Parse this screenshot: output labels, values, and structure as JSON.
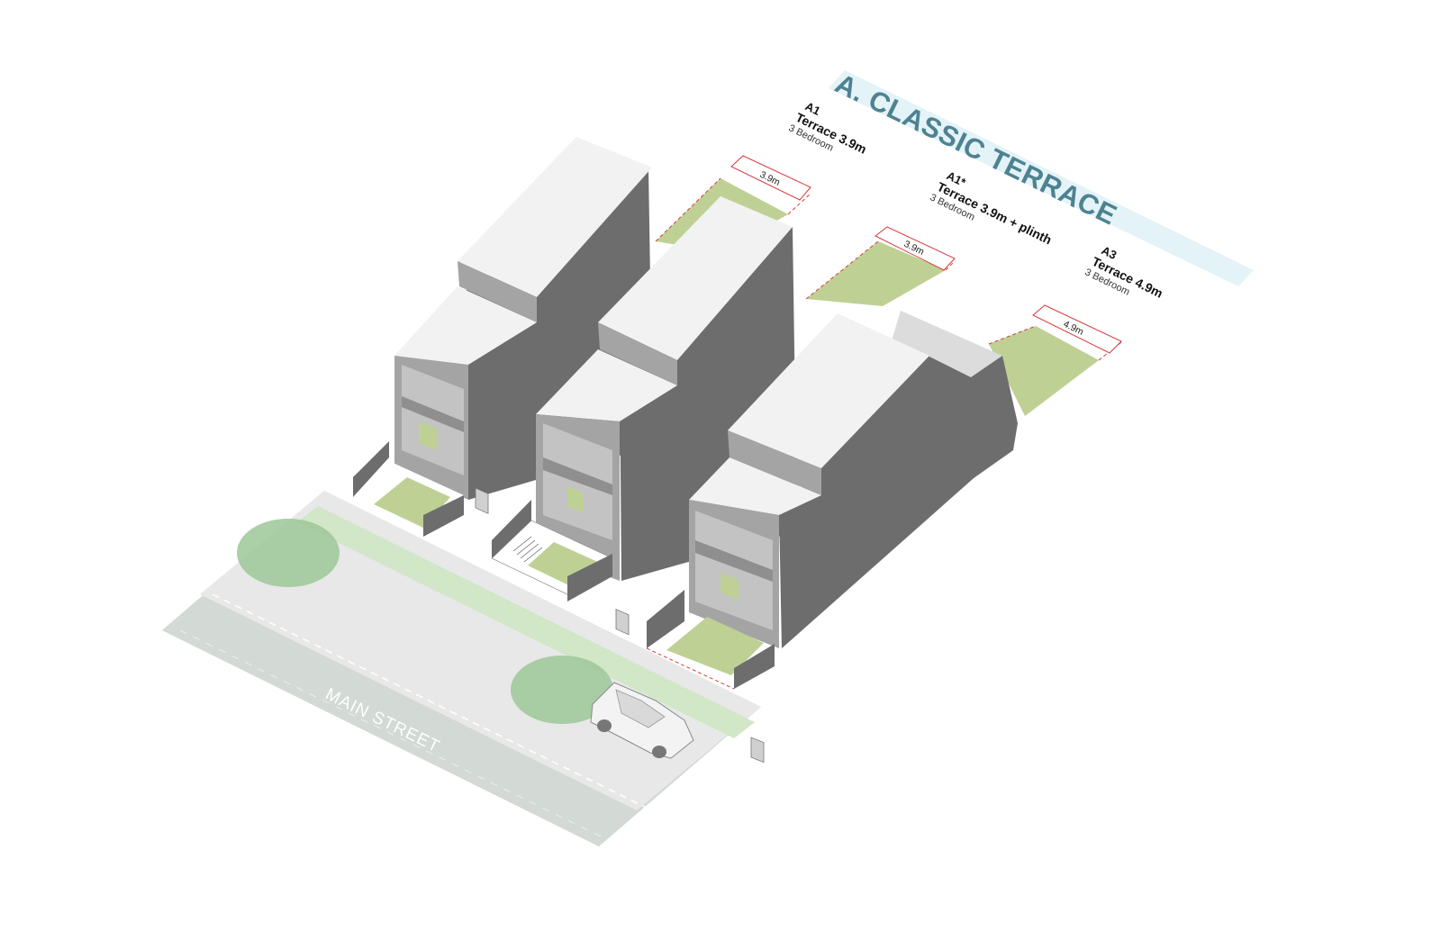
{
  "title": "A. CLASSIC TERRACE",
  "types": [
    {
      "code": "A1",
      "name": "Terrace 3.9m",
      "bedrooms": "3 Bedroom",
      "width": "3.9m"
    },
    {
      "code": "A1*",
      "name": "Terrace 3.9m + plinth",
      "bedrooms": "3 Bedroom",
      "width": "3.9m"
    },
    {
      "code": "A3",
      "name": "Terrace 4.9m",
      "bedrooms": "3 Bedroom",
      "width": "4.9m"
    }
  ],
  "street_label": "MAIN STREET",
  "colors": {
    "banner": "#e3f3f8",
    "title": "#4f8291",
    "garden": "#bfd095",
    "wall_dark": "#6d6d6d",
    "wall_mid": "#a4a4a4",
    "roof": "#f2f2f2",
    "road": "#d3d9d4",
    "footpath": "#e8e8e8",
    "verge": "#d2e6c8",
    "tree": "#9cc796",
    "dimension": "#d63b3b"
  }
}
